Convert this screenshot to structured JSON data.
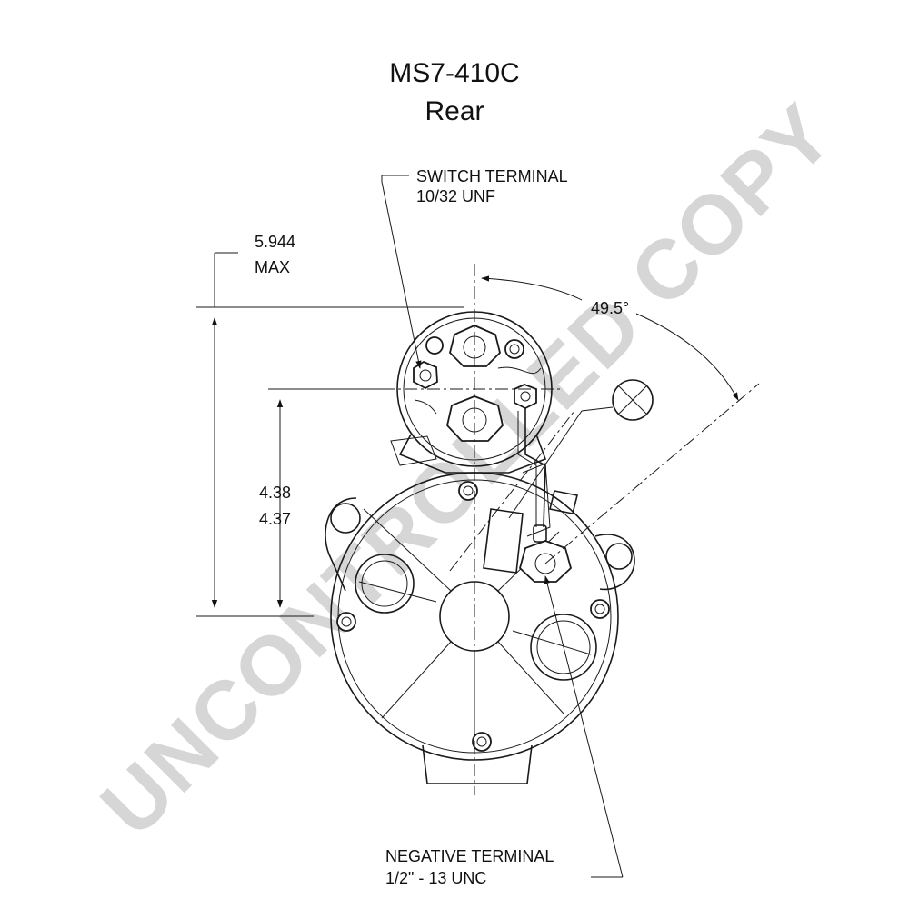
{
  "title": {
    "model": "MS7-410C",
    "view": "Rear"
  },
  "watermark": "UNCONTROLLED COPY",
  "callouts": {
    "switch_terminal": {
      "line1": "SWITCH TERMINAL",
      "line2": "10/32 UNF"
    },
    "negative_terminal": {
      "line1": "NEGATIVE TERMINAL",
      "line2": "1/2\" - 13 UNC"
    }
  },
  "dimensions": {
    "overall_height": {
      "value": "5.944",
      "qualifier": "MAX"
    },
    "center_height": {
      "upper": "4.38",
      "lower": "4.37"
    },
    "angle": "49.5°"
  }
}
